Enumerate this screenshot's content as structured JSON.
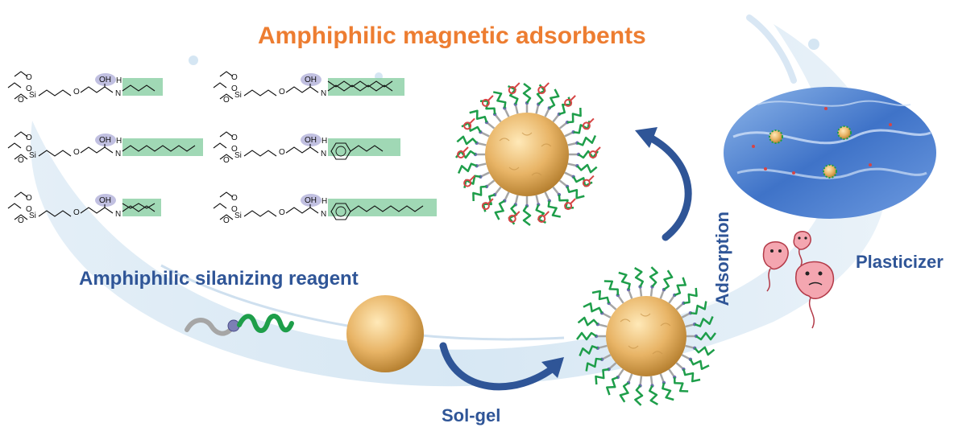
{
  "title": "Amphiphilic magnetic adsorbents",
  "labels": {
    "reagent": "Amphiphilic silanizing reagent",
    "solgel": "Sol-gel",
    "adsorption": "Adsorption",
    "plasticizer": "Plasticizer"
  },
  "chem_atoms": {
    "silicon": "Si",
    "oxygen": "O",
    "hydroxyl": "OH",
    "nitrogen": "N",
    "hydrogen": "H"
  },
  "colors": {
    "title": "#ED7D31",
    "labels": "#2F5597",
    "particle": "#E8B466",
    "chain_green": "#1E9E4A",
    "chain_gray": "#A6A6A6",
    "highlight_green": "#8FD1A8",
    "highlight_purple": "#8E8CC8",
    "plasticizer_molecule": "#D64545",
    "water": "#9CC3E6"
  }
}
